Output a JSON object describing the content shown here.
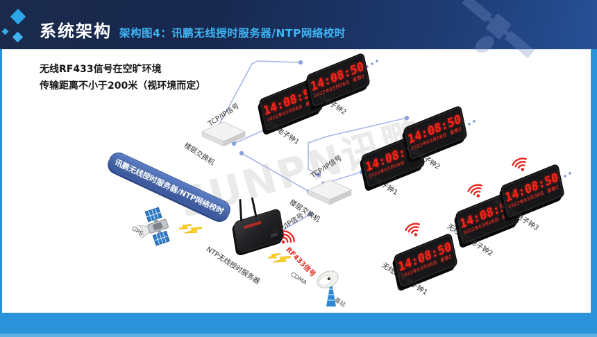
{
  "header": {
    "title": "系统架构",
    "subtitle": "架构图4：讯鹏无线授时服务器/NTP网络校时"
  },
  "description": {
    "line1": "无线RF433信号在空旷环境",
    "line2": "传输距离不小于200米（视环境而定）"
  },
  "ribbon": {
    "label": "讯鹏无线授时服务器/NTP网络校时"
  },
  "watermark": {
    "text": "SUNPN讯鹏"
  },
  "labels": {
    "gps": "GPS",
    "ntp_server": "NTP无线授时服务器",
    "cdma": "CDMA",
    "base_station": "基站",
    "switch": "楼层交换机",
    "tcpip": "TCP/IP信号",
    "rf433": "RF433信号"
  },
  "clock": {
    "time": "14:08:50",
    "date": "2022年03月08日",
    "week": "星期2"
  },
  "clock_labels": {
    "wired_group1": [
      "LED电子钟1",
      "LED电子钟2"
    ],
    "wired_group2": [
      "LED电子钟1",
      "LED电子钟2"
    ],
    "wireless": [
      "无线LED电子钟1",
      "无线LED电子钟2",
      "无线LED电子钟3"
    ]
  },
  "icons": {
    "logo": "diamond-cluster",
    "header_watermark": "satellite",
    "gps": "gps-satellite",
    "wireless_signal": "wifi-waves",
    "interference": "lightning-bolt",
    "base_station": "dish-antenna",
    "switch": "isometric-box",
    "ellipsis": "more-devices-dots"
  },
  "colors": {
    "header_navy": "#1b2a4b",
    "header_blue": "#265096",
    "subtitle_blue": "#3eb7f8",
    "logo_blue": "#2aa5e7",
    "footer_blue": "#2a93da",
    "ribbon_blue": "#46639f",
    "line_blue": "#a9b6e8",
    "led_red": "#ff2318",
    "rf_red": "#e8251d",
    "lightning_yellow": "#ffd21f"
  }
}
